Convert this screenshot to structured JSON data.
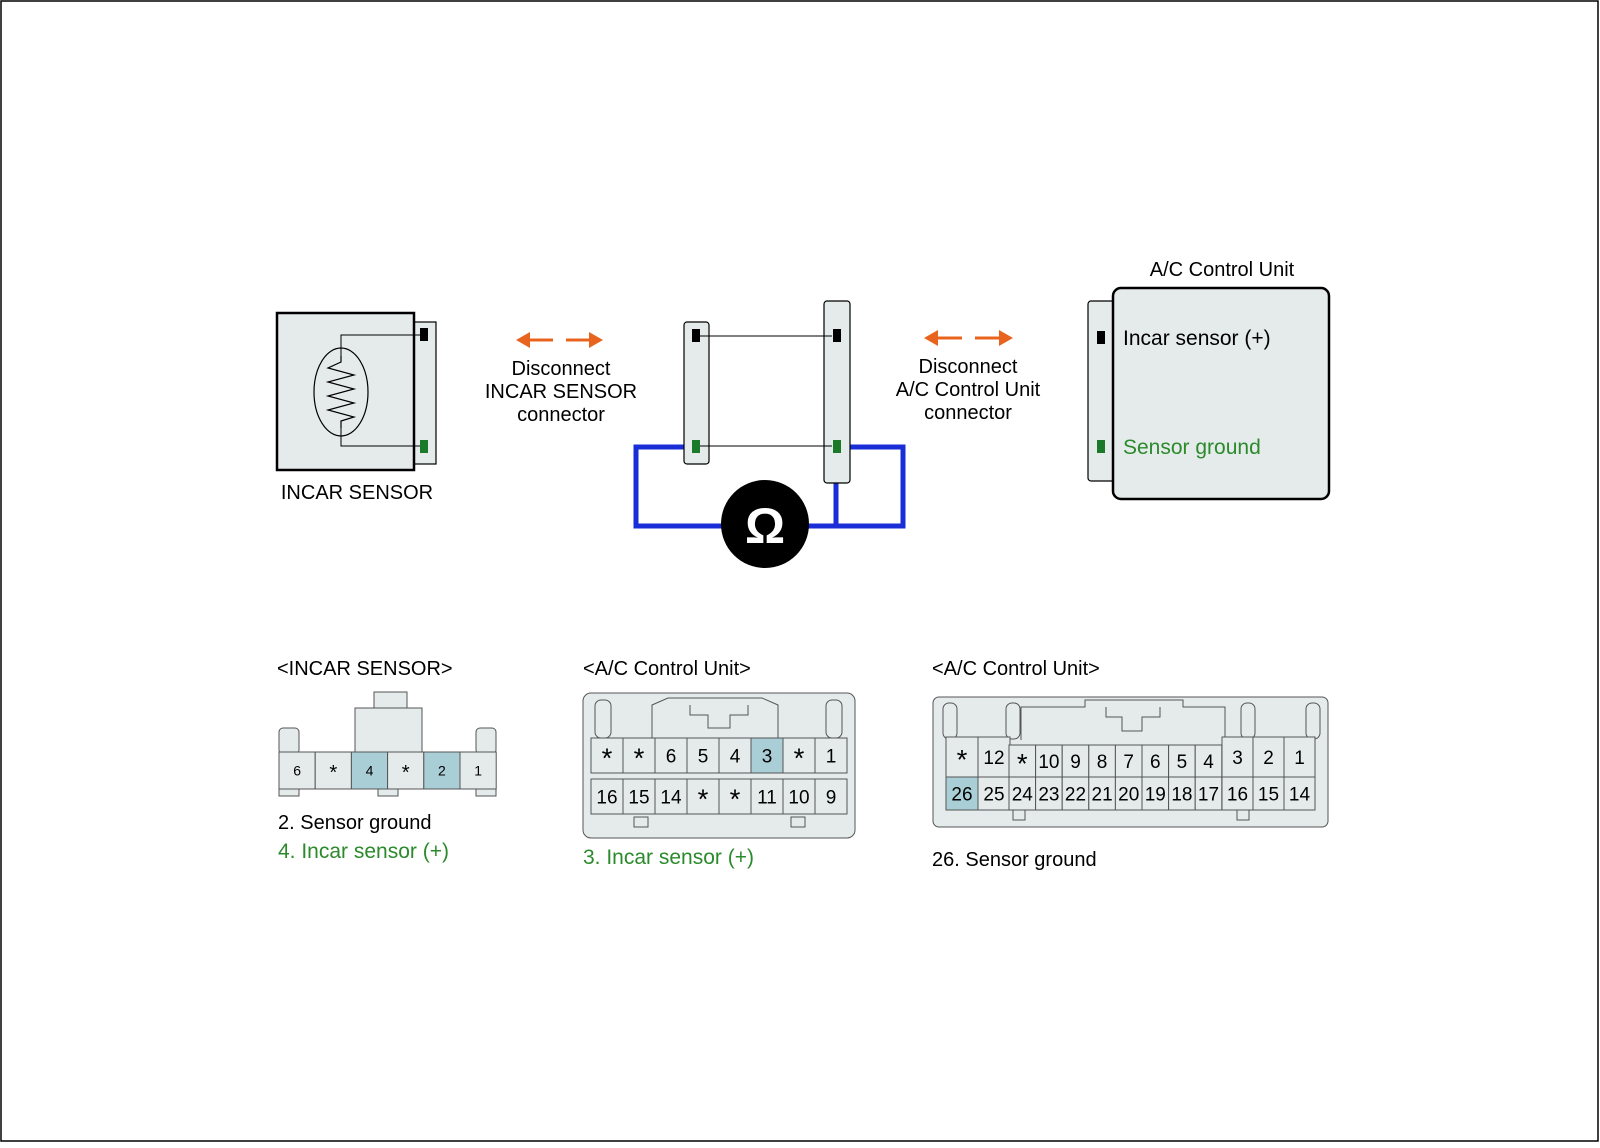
{
  "diagram": {
    "incar_sensor_label": "INCAR SENSOR",
    "disconnect_sensor": [
      "Disconnect",
      "INCAR SENSOR",
      "connector"
    ],
    "disconnect_acu": [
      "Disconnect",
      "A/C Control Unit",
      "connector"
    ],
    "acu_title": "A/C Control Unit",
    "acu_pin_positive": "Incar sensor (+)",
    "acu_pin_ground": "Sensor ground",
    "ohm_symbol": "Ω"
  },
  "connectors": {
    "incar": {
      "title": "<INCAR SENSOR>",
      "pins": [
        "6",
        "*",
        "4",
        "*",
        "2",
        "1"
      ],
      "highlighted": [
        "4",
        "2"
      ],
      "notes": [
        "2. Sensor ground",
        "4. Incar sensor (+)"
      ]
    },
    "acu_small": {
      "title": "<A/C Control Unit>",
      "top_row": [
        "*",
        "*",
        "6",
        "5",
        "4",
        "3",
        "*",
        "1"
      ],
      "bottom_row": [
        "16",
        "15",
        "14",
        "*",
        "*",
        "11",
        "10",
        "9"
      ],
      "highlighted": [
        "3"
      ],
      "note": "3. Incar sensor (+)"
    },
    "acu_large": {
      "title": "<A/C Control Unit>",
      "left_top": [
        "*",
        "12"
      ],
      "left_bottom": [
        "26",
        "25"
      ],
      "mid_top": [
        "*",
        "10",
        "9",
        "8",
        "7",
        "6",
        "5",
        "4"
      ],
      "mid_bottom": [
        "24",
        "23",
        "22",
        "21",
        "20",
        "19",
        "18",
        "17"
      ],
      "right_top": [
        "3",
        "2",
        "1"
      ],
      "right_bottom": [
        "16",
        "15",
        "14"
      ],
      "highlighted": [
        "26"
      ],
      "note": "26. Sensor ground"
    }
  },
  "colors": {
    "body_fill": "#e5ebeb",
    "highlight": "#a9ced6",
    "orange": "#e8641e",
    "blue": "#1a2ed8",
    "green_text": "#2b8a2b",
    "green_pin": "#1a7a2a"
  }
}
